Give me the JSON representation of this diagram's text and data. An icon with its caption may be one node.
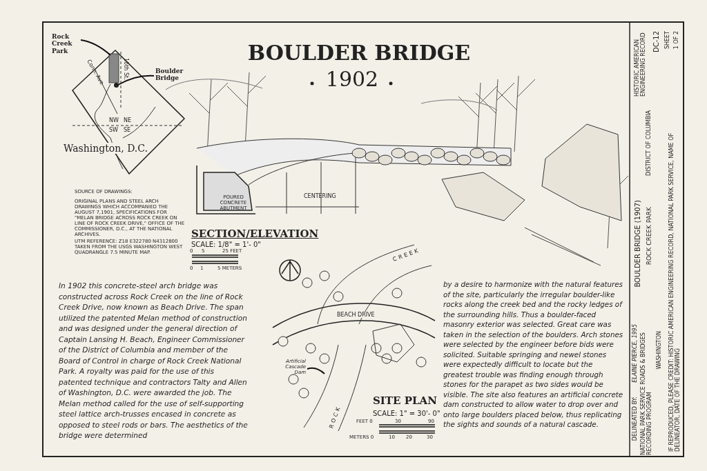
{
  "diagram": {
    "title": "BOULDER BRIDGE",
    "nodes": [
      {
        "text": [
          "Rock Creek Park"
        ]
      },
      {
        "text": [],
        "shape": "box"
      },
      {
        "text": [
          "Boulder Bridge"
        ]
      },
      {
        "text": [],
        "shape": "circle"
      },
      {
        "text": [
          "Artificial Cascade Dam"
        ]
      }
    ],
    "edges": [
      {
        "from": 0,
        "to": 1,
        "arrow": "none"
      },
      {
        "from": 2,
        "to": 3,
        "arrow": "none"
      },
      {
        "from": 4,
        "to": null,
        "arrow": "none"
      }
    ],
    "labels": [
      "1902",
      "Conn. Ave",
      "16th St.",
      "NW",
      "NE",
      "SW",
      "SE",
      "Washington, D.C.",
      "SOURCE OF DRAWINGS:",
      "ORIGINAL PLANS AND STEEL ARCH DRAWINGS WHICH ACCOMPANIED THE AUGUST 7,1901, SPECIFICATIONS FOR \"MELAN BRIDGE ACROSS ROCK CREEK ON LINE OF ROCK CREEK DRIVE,\" OFFICE OF THE COMMISSIONER, D.C., AT THE NATIONAL ARCHIVES.",
      "UTM REFERENCE: Z18 E322780 N4312800 TAKEN FROM THE USGS WASHINGTON WEST QUADRANGLE 7.5 MINUTE MAP.",
      "POURED CONCRETE ABUTMENT",
      "CENTERING",
      "SECTION/ELEVATION",
      "SCALE: 1/8\" = 1'- 0\"",
      "0",
      "5",
      "25 FEET",
      "0",
      "1",
      "5 METERS",
      "In 1902 this concrete-steel arch bridge was constructed across Rock Creek on the line of Rock Creek Drive, now known as Beach Drive.  The span utilized the patented Melan method of construction and was designed under the general direction of Captain Lansing H. Beach, Engineer Commissioner of the District of Columbia and member of the Board of Control in charge of Rock Creek National Park.  A royalty was paid for the use of this patented technique and contractors Talty and Allen of Washington, D.C. were awarded the job.  The Melan method called for the use of self-supporting steel lattice arch-trusses encased in concrete as opposed to steel rods or bars. The aesthetics of the bridge were determined",
      "CREEK",
      "BEACH DRIVE",
      "ROCK",
      "SITE PLAN",
      "SCALE: 1\" = 30'- 0\"",
      "FEET 0",
      "30",
      "90",
      "METERS 0",
      "10",
      "20",
      "30",
      "by a desire to harmonize with the natural features of the site, particularly the irregular boulder-like rocks along the creek bed and the rocky ledges of the surrounding hills. Thus a boulder-faced masonry exterior was selected.  Great care was taken in the selection of the boulders.  Arch stones were selected by the engineer before bids were solicited.  Suitable springing and newel stones were expectedly difficult to locate but the greatest trouble was finding enough through stones for the parapet as two sides would be visible.  The site also features an artificial concrete dam constructed to allow water to drop over and onto large boulders placed below, thus replicating the sights and sounds of a natural cascade.",
      "HISTORIC AMERICAN ENGINEERING RECORD",
      "DC-12",
      "SHEET",
      "1 OF 2",
      "BOULDER BRIDGE (1907)",
      "ROCK CREEK PARK",
      "DISTRICT OF COLUMBIA",
      "WASHINGTON",
      "DELINEATED BY:",
      "ELAINE PIERCE, 1995",
      "NATIONAL PARK SERVICE ROADS & BRIDGES RECORDING PROGRAM",
      "IF REPRODUCED, PLEASE CREDIT: HISTORIC AMERICAN ENGINEERING RECORD, NATIONAL PARK SERVICE, NAME OF DELINEATOR, DATE OF THE DRAWING"
    ]
  }
}
